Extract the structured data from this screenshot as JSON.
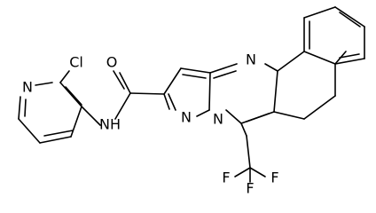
{
  "atoms": [
    {
      "id": "cl",
      "text": "Cl"
    },
    {
      "id": "n-py",
      "text": "N"
    },
    {
      "id": "nh",
      "text": "NH"
    },
    {
      "id": "o",
      "text": "O"
    },
    {
      "id": "n-a",
      "text": "N"
    },
    {
      "id": "n-b",
      "text": "N"
    },
    {
      "id": "n-c",
      "text": "N"
    },
    {
      "id": "f-1",
      "text": "F"
    },
    {
      "id": "f-2",
      "text": "F"
    },
    {
      "id": "f-3",
      "text": "F"
    }
  ]
}
